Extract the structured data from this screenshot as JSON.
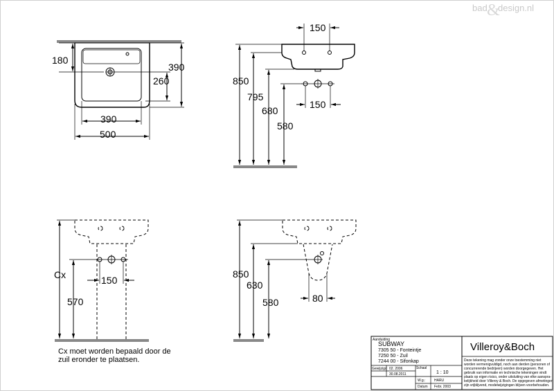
{
  "watermark": {
    "left": "bad",
    "amp": "&",
    "right": "design.nl"
  },
  "dims": {
    "top_left": {
      "h180": "180",
      "h390": "390",
      "h260": "260",
      "w390": "390",
      "w500": "500"
    },
    "top_right": {
      "w150_top": "150",
      "h850": "850",
      "h795": "795",
      "h680": "680",
      "h580": "580",
      "w150_mid": "150"
    },
    "bottom_left": {
      "cx": "Cx",
      "w150": "150",
      "h570": "570"
    },
    "bottom_right": {
      "h850": "850",
      "h630": "630",
      "h580": "580",
      "w80": "80"
    }
  },
  "note": {
    "line1": "Cx moet worden bepaald door de",
    "line2": "zuil eronder te plaatsen."
  },
  "title_block": {
    "label_aanduiding": "Aanduiding",
    "product": "SUBWAY",
    "items": [
      "7305 50 - Fonteintje",
      "7250 50 - Zuil",
      "7244 00 - Sifonkap"
    ],
    "label_gewijzigd": "Gewijzigd",
    "date1": "02. 2006",
    "date2": "30.08.2011",
    "label_schaal": "Schaal",
    "scale": "1 : 10",
    "label_wg": "W.g.:",
    "wg": "HARU",
    "label_datum": "Datum",
    "datum": "Febr. 2003",
    "brand": "Villeroy&Boch",
    "disclaimer": [
      "Deze tekening mag zonder onze toestemming niet",
      "worden vermenigvuldigd, noch aan derden  (personen of",
      "concurrerende bedrijven) worden doorgegeven. Het",
      "gebruik van informatie en technische tekeningen  vindt",
      "plaats op eigen risico, onder uitsluiting van elke aanspra-",
      "kelijkheid door Villeroy & Boch. De opgegeven afmetingen",
      "zijn vrijblijvend, modelwijzigingen blijven voorbehouden."
    ]
  }
}
